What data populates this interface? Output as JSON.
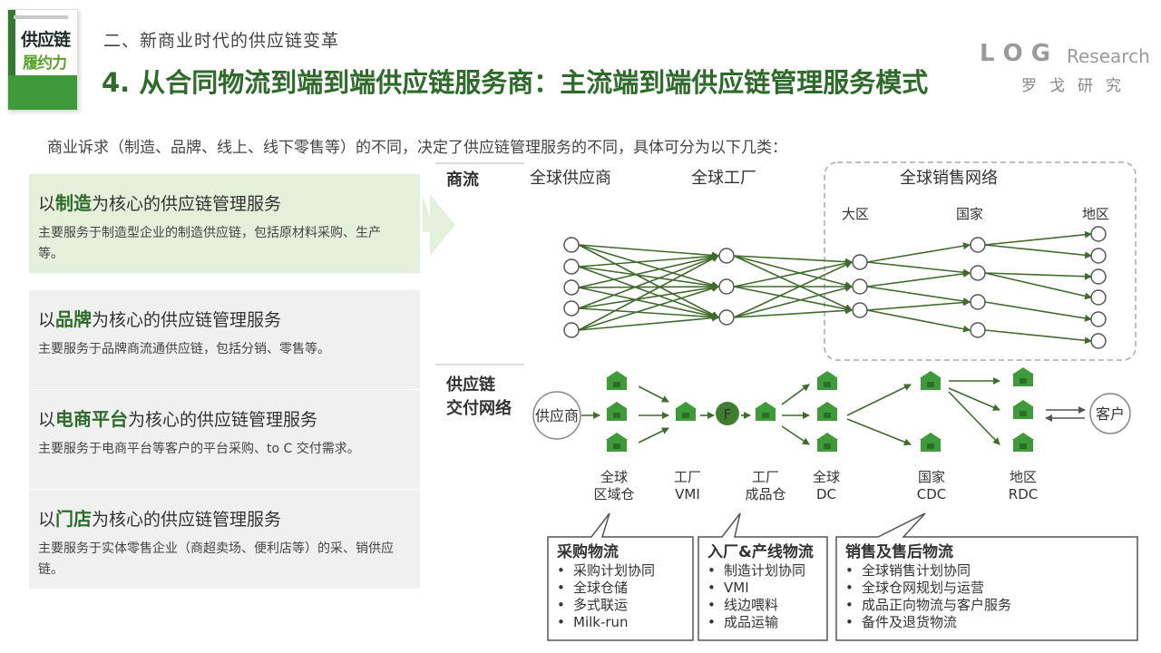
{
  "header": {
    "section_title": "二、新商业时代的供应链变革",
    "main_title": "4. 从合同物流到端到端供应链服务商：主流端到端供应链管理服务模式",
    "book": {
      "title": "供应链",
      "subtitle": "履约力"
    },
    "logo": {
      "letters": "L O G",
      "research": "Research",
      "cn": "罗戈研究"
    }
  },
  "intro": "商业诉求（制造、品牌、线上、线下零售等）的不同，决定了供应链管理服务的不同，具体可分为以下几类：",
  "cards": [
    {
      "prefix": "以",
      "keyword": "制造",
      "suffix": "为核心的供应链管理服务",
      "desc": "主要服务于制造型企业的制造供应链，包括原材料采购、生产等。",
      "active": true
    },
    {
      "prefix": "以",
      "keyword": "品牌",
      "suffix": "为核心的供应链管理服务",
      "desc": "主要服务于品牌商流通供应链，包括分销、零售等。",
      "active": false
    },
    {
      "prefix": "以",
      "keyword": "电商平台",
      "suffix": "为核心的供应链管理服务",
      "desc": "主要服务于电商平台等客户的平台采购、to C 交付需求。",
      "active": false
    },
    {
      "prefix": "以",
      "keyword": "门店",
      "suffix": "为核心的供应链管理服务",
      "desc": "主要服务于实体零售企业（商超卖场、便利店等）的采、销供应链。",
      "active": false
    }
  ],
  "diagram": {
    "row1_label": "商流",
    "row2_label_1": "供应链",
    "row2_label_2": "交付网络",
    "col_supplier": "全球供应商",
    "col_factory": "全球工厂",
    "col_sales": "全球销售网络",
    "lvl_region": "大区",
    "lvl_country": "国家",
    "lvl_area": "地区",
    "supplier_node": "供应商",
    "customer_node": "客户",
    "factory_marker": "F",
    "warehouse_labels": [
      [
        "全球",
        "区域仓"
      ],
      [
        "工厂",
        "VMI"
      ],
      [
        "工厂",
        "成品仓"
      ],
      [
        "全球",
        "DC"
      ],
      [
        "国家",
        "CDC"
      ],
      [
        "地区",
        "RDC"
      ]
    ],
    "boxes": [
      {
        "title": "采购物流",
        "items": [
          "采购计划协同",
          "全球仓储",
          "多式联运",
          "Milk-run"
        ]
      },
      {
        "title": "入厂&产线物流",
        "items": [
          "制造计划协同",
          "VMI",
          "线边喂料",
          "成品运输"
        ]
      },
      {
        "title": "销售及售后物流",
        "items": [
          "全球销售计划协同",
          "全球仓网规划与运营",
          "成品正向物流与客户服务",
          "备件及退货物流"
        ]
      }
    ]
  },
  "colors": {
    "brand_green": "#2e6b2a",
    "arrow_green": "#3f6b2c",
    "card_active": "#e4f0d9",
    "card": "#f0f0f0"
  }
}
